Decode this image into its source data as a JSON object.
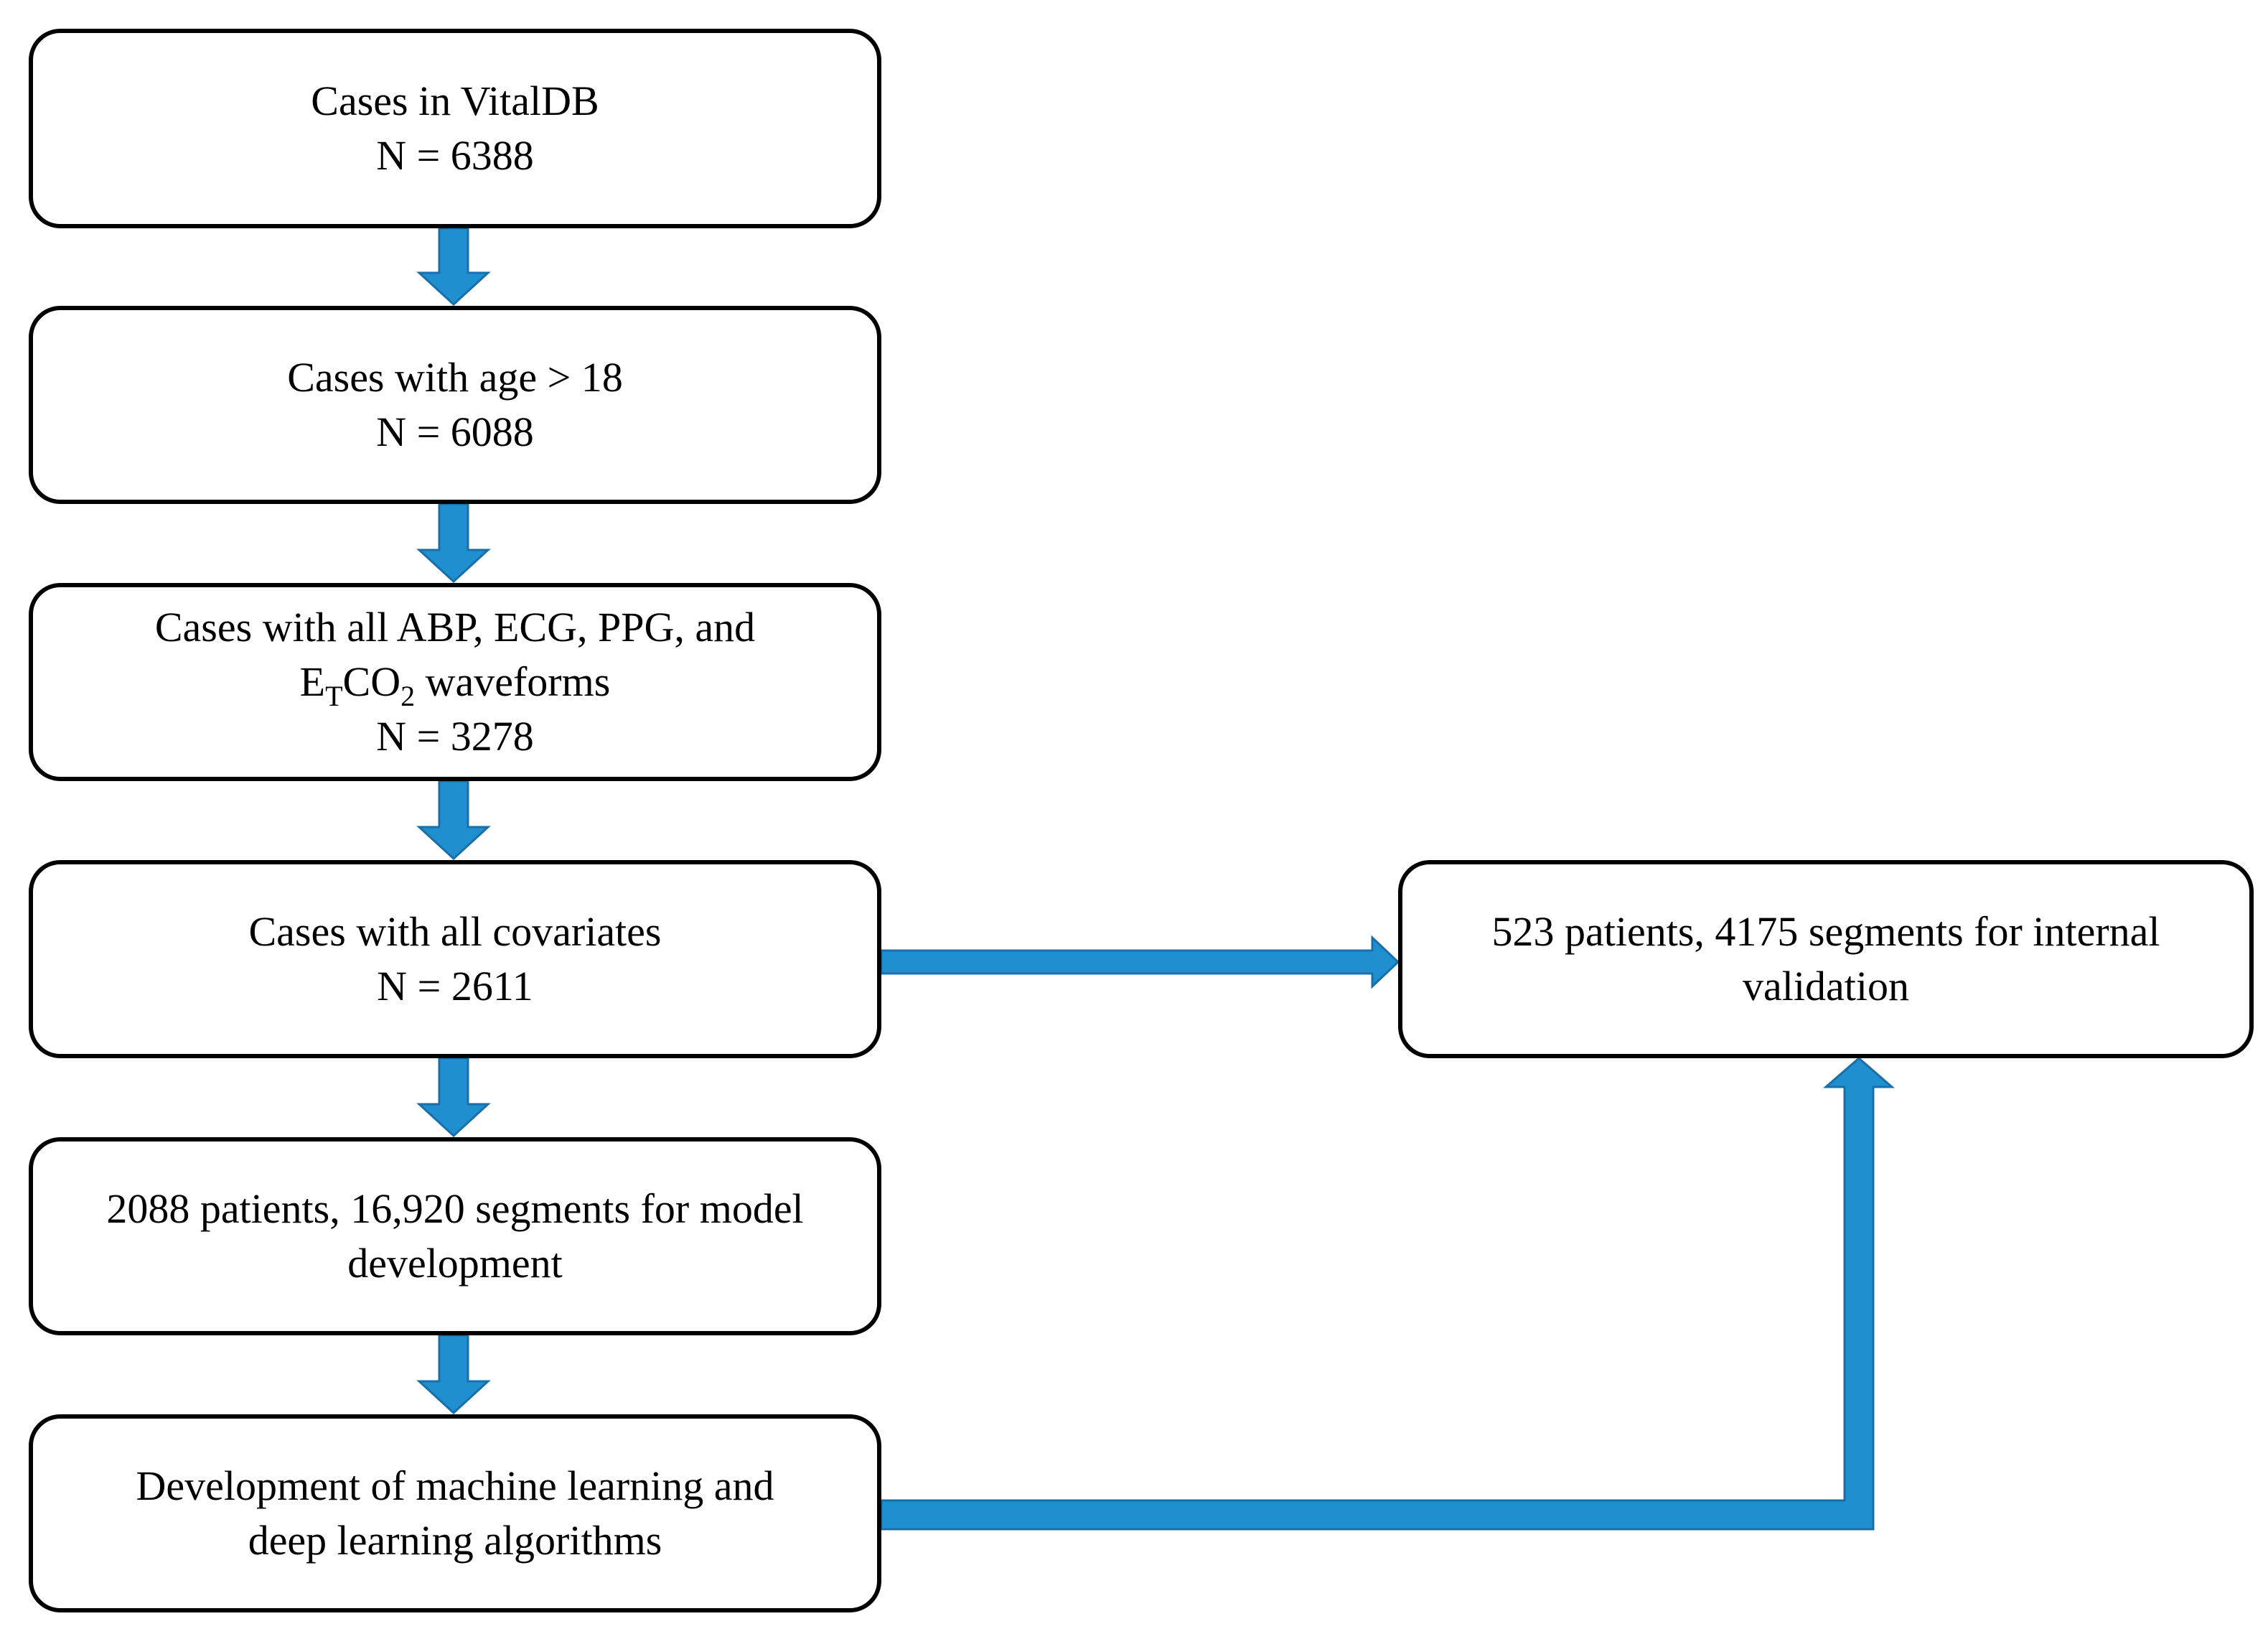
{
  "colors": {
    "arrow_fill": "#1f8fd0",
    "arrow_stroke": "#1b6fa8",
    "box_border": "#000000",
    "text": "#000000"
  },
  "boxes": {
    "cases_vitaldb": {
      "line1": "Cases in VitalDB",
      "line2": "N = 6388"
    },
    "cases_age": {
      "line1": "Cases with age > 18",
      "line2": "N = 6088"
    },
    "cases_waveforms": {
      "line1": "Cases with all ABP, ECG, PPG, and",
      "line2_pre": "E",
      "line2_sub1": "T",
      "line2_mid": "CO",
      "line2_sub2": "2",
      "line2_post": " waveforms",
      "line3": "N = 3278"
    },
    "cases_covariates": {
      "line1": "Cases with all covariates",
      "line2": "N = 2611"
    },
    "model_development": {
      "line1": "2088 patients, 16,920 segments for model",
      "line2": "development"
    },
    "algorithms": {
      "line1": "Development of machine learning and",
      "line2": "deep learning algorithms"
    },
    "internal_validation": {
      "line1": "523 patients, 4175 segments for internal",
      "line2": "validation"
    }
  }
}
